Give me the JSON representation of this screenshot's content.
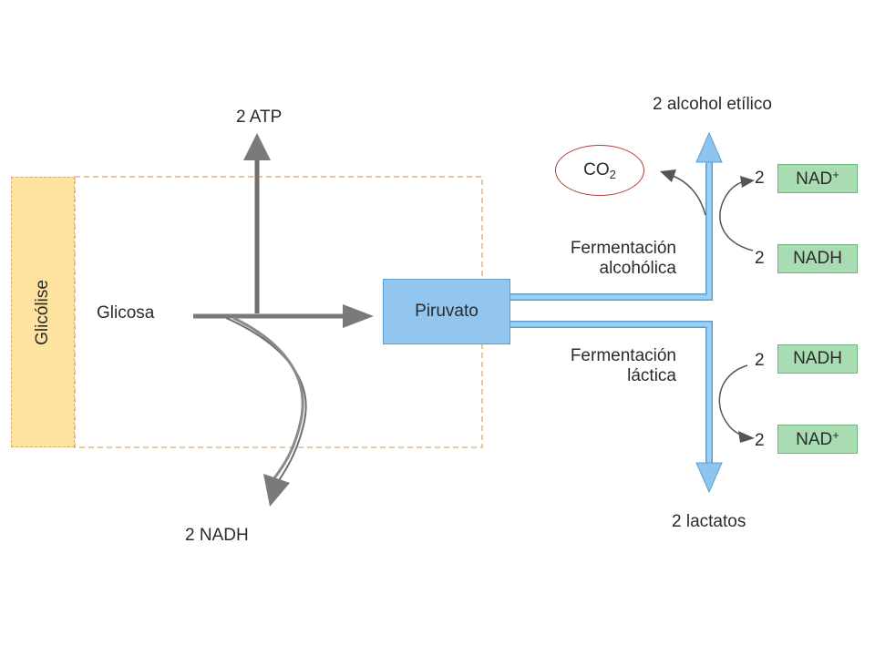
{
  "glycolysis": {
    "label": "Glicólise"
  },
  "glucose": {
    "label": "Glicosa"
  },
  "atp": {
    "label": "2 ATP"
  },
  "nadh_glycolysis": {
    "label": "2 NADH"
  },
  "pyruvate": {
    "label": "Piruvato"
  },
  "alcoholic": {
    "title_line1": "Fermentación",
    "title_line2": "alcohólica",
    "product": "2 alcohol etílico",
    "co2": {
      "base": "CO",
      "sub": "2"
    },
    "nad": {
      "coef": "2",
      "base": "NAD",
      "sup": "+"
    },
    "nadh": {
      "coef": "2",
      "label": "NADH"
    }
  },
  "lactic": {
    "title_line1": "Fermentación",
    "title_line2": "láctica",
    "product": "2 lactatos",
    "nadh": {
      "coef": "2",
      "label": "NADH"
    },
    "nad": {
      "coef": "2",
      "base": "NAD",
      "sup": "+"
    }
  },
  "colors": {
    "glycolysis_fill": "#fde39f",
    "pyruvate_fill": "#93c6ee",
    "nad_fill": "#a9dcb2",
    "gray_arrow": "#808080",
    "blue_arrow": "#8ec5ee",
    "co2_border": "#b53a3a"
  }
}
